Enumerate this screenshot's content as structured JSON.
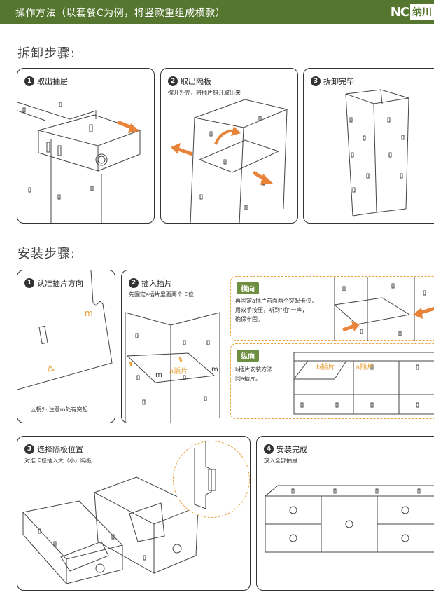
{
  "header": {
    "title": "操作方法（以套餐C为例，将竖款重组成横款）",
    "logo_mark": "NC",
    "logo_text": "纳川"
  },
  "sections": {
    "disassemble": "拆卸步骤:",
    "assemble": "安装步骤:"
  },
  "disassemble_steps": [
    {
      "num": "1",
      "label": "取出抽屉"
    },
    {
      "num": "2",
      "label": "取出隔板",
      "sub": "撑开外壳，将插片错开取出来"
    },
    {
      "num": "3",
      "label": "拆卸完毕"
    }
  ],
  "assemble_steps": [
    {
      "num": "1",
      "label": "认准插片方向",
      "mark_m": "m",
      "note": "△朝外,注意m处有突起"
    },
    {
      "num": "2",
      "label": "插入插片",
      "sub": "先固定a插片里面两个卡位",
      "a_label": "a插片",
      "m1": "m",
      "m2": "m",
      "horizontal": {
        "tag": "横向",
        "lines": [
          "再固定a插片前面两个突起卡位，",
          "用双手按压，听到\"啪\"一声，",
          "确保牢固。"
        ]
      },
      "vertical": {
        "tag": "纵向",
        "lines": [
          "b插片安装方法",
          "同a插片。"
        ],
        "b_label": "b插片",
        "a_label": "a插片"
      }
    },
    {
      "num": "3",
      "label": "选择隔板位置",
      "sub": "对准卡位插入大（小）隔板"
    },
    {
      "num": "4",
      "label": "安装完成",
      "sub": "放入全部抽屉"
    }
  ],
  "colors": {
    "header": "#55762e",
    "accent": "#e8a33a",
    "tag": "#6e8f3f"
  }
}
